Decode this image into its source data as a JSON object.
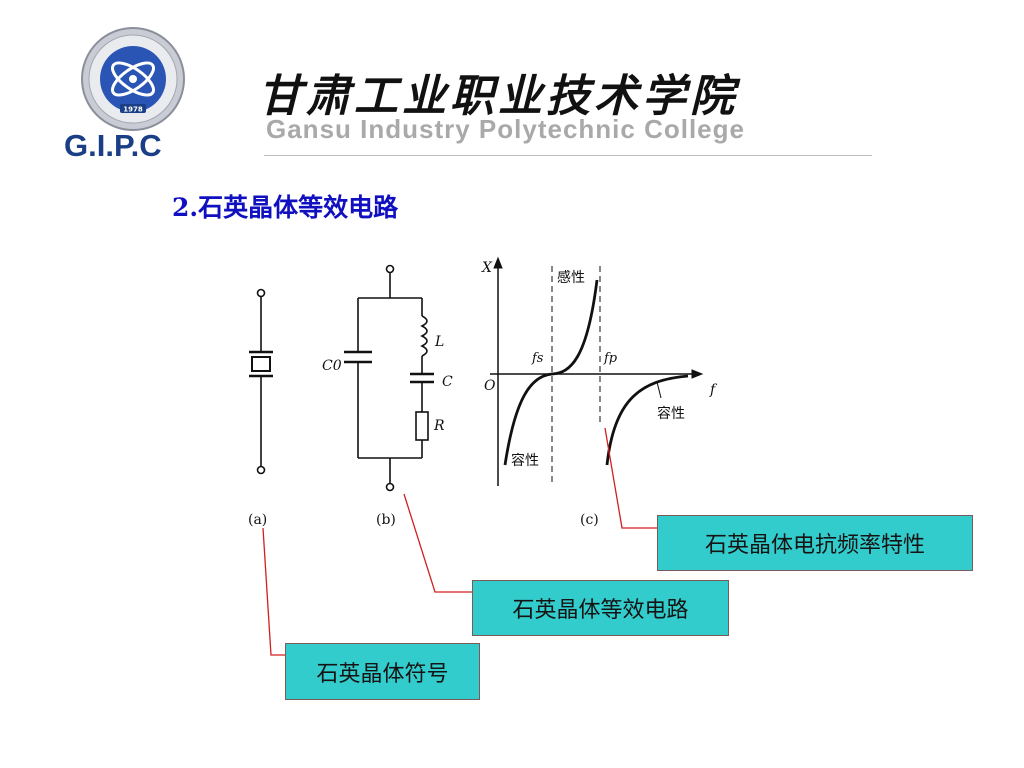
{
  "header": {
    "logo_abbr": "G.I.P.C",
    "logo_year": "1978",
    "college_name_cn": "甘肃工业职业技术学院",
    "college_name_en": "Gansu Industry Polytechnic College"
  },
  "slide": {
    "title": "2.石英晶体等效电路"
  },
  "figure": {
    "label_a": "(a)",
    "label_b": "(b)",
    "label_c": "(c)",
    "circuit_C0": "C0",
    "circuit_L": "L",
    "circuit_C": "C",
    "circuit_R": "R",
    "axis_x": "X",
    "axis_f": "f",
    "origin": "O",
    "fs": "fs",
    "fp": "fp",
    "inductive": "感性",
    "capacitive_low": "容性",
    "capacitive_high": "容性"
  },
  "callouts": {
    "reactance": "石英晶体电抗频率特性",
    "equivalent": "石英晶体等效电路",
    "symbol": "石英晶体符号"
  },
  "colors": {
    "title_blue": "#1010c0",
    "callout_fill": "#33cccc",
    "leader_red": "#d02020",
    "logo_blue": "#1a3f86"
  }
}
